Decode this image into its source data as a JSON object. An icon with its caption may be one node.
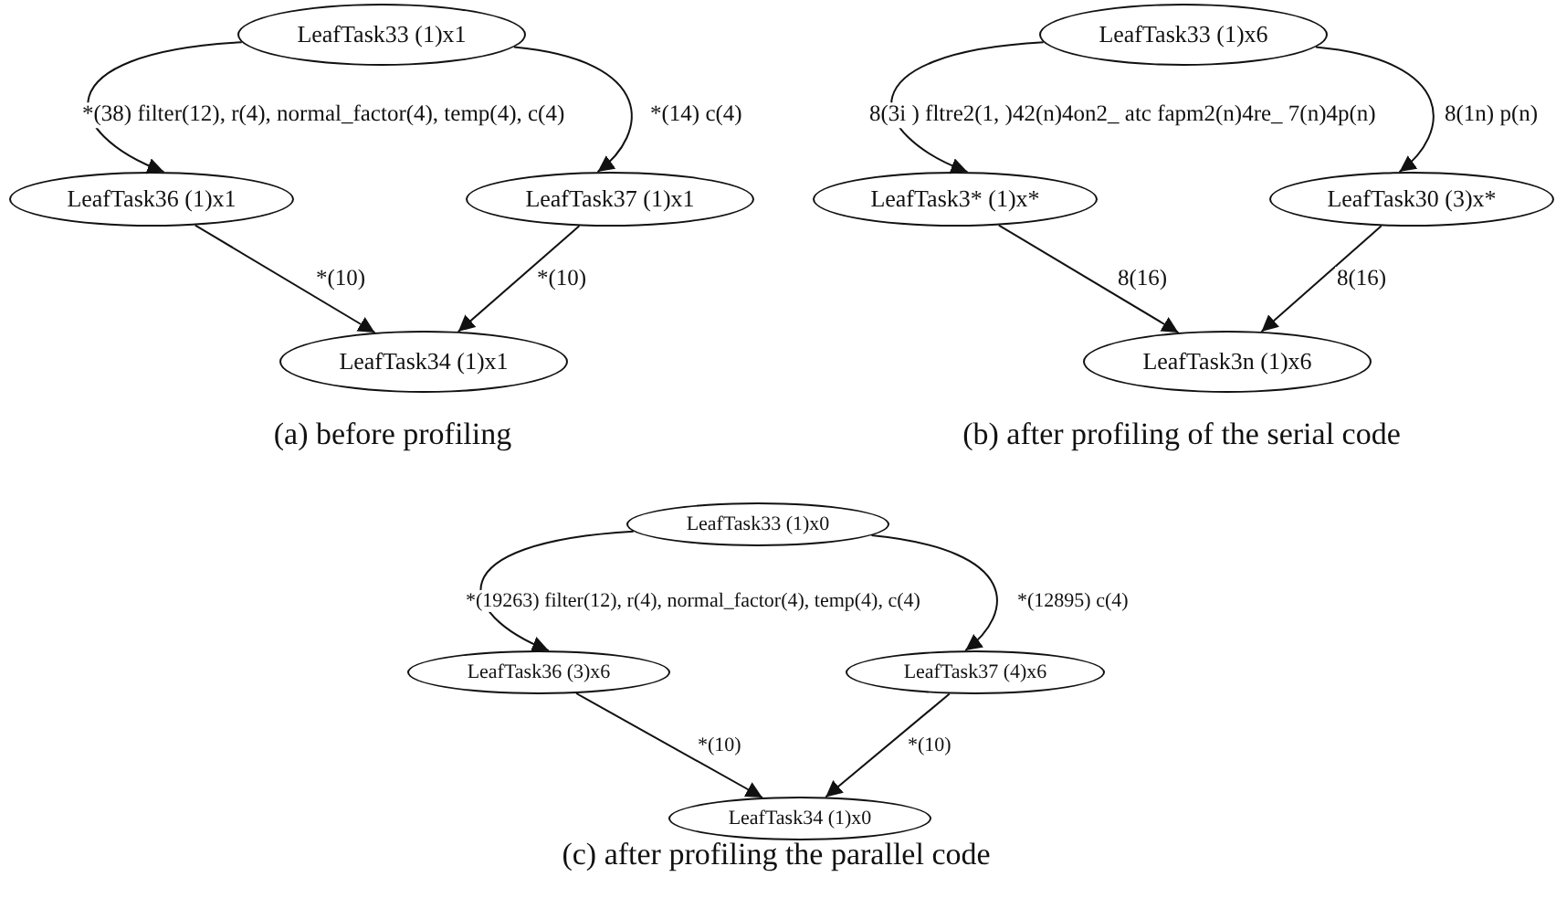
{
  "diagram": {
    "nodes": [
      {
        "text": [
          "LeafTask33 (1)x1"
        ]
      },
      {
        "text": [
          "LeafTask36 (1)x1"
        ]
      },
      {
        "text": [
          "LeafTask37 (1)x1"
        ]
      },
      {
        "text": [
          "LeafTask34 (1)x1"
        ]
      },
      {
        "text": [
          "LeafTask33 (1)x6"
        ]
      },
      {
        "text": [
          "LeafTask3* (1)x*"
        ]
      },
      {
        "text": [
          "LeafTask30 (3)x*"
        ]
      },
      {
        "text": [
          "LeafTask3n (1)x6"
        ]
      },
      {
        "text": [
          "LeafTask33 (1)x0"
        ]
      },
      {
        "text": [
          "LeafTask36 (3)x6"
        ]
      },
      {
        "text": [
          "LeafTask37 (4)x6"
        ]
      },
      {
        "text": [
          "LeafTask34 (1)x0"
        ]
      }
    ],
    "edges": [
      {
        "from": 0,
        "to": 1,
        "arrow": "to",
        "label": "*(38) filter(12), r(4), normal_factor(4), temp(4), c(4)"
      },
      {
        "from": 0,
        "to": 2,
        "arrow": "to",
        "label": "*(14) c(4)"
      },
      {
        "from": 1,
        "to": 3,
        "arrow": "to",
        "label": "*(10)"
      },
      {
        "from": 2,
        "to": 3,
        "arrow": "to",
        "label": "*(10)"
      },
      {
        "from": 4,
        "to": 5,
        "arrow": "to",
        "label": "8(3i ) fltre2(1, )42(n)4on2_ atc fapm2(n)4re_ 7(n)4p(n)"
      },
      {
        "from": 4,
        "to": 6,
        "arrow": "to",
        "label": "8(1n) p(n)"
      },
      {
        "from": 5,
        "to": 7,
        "arrow": "to",
        "label": "8(16)"
      },
      {
        "from": 6,
        "to": 7,
        "arrow": "to",
        "label": "8(16)"
      },
      {
        "from": 8,
        "to": 9,
        "arrow": "to",
        "label": "*(19263) filter(12), r(4), normal_factor(4), temp(4), c(4)"
      },
      {
        "from": 8,
        "to": 10,
        "arrow": "to",
        "label": "*(12895) c(4)"
      },
      {
        "from": 9,
        "to": 11,
        "arrow": "to",
        "label": "*(10)"
      },
      {
        "from": 10,
        "to": 11,
        "arrow": "to",
        "label": "*(10)"
      }
    ],
    "labels": [
      "(a) before profiling",
      "(b) after profiling of the serial code",
      "(c) after profiling the parallel code"
    ]
  }
}
